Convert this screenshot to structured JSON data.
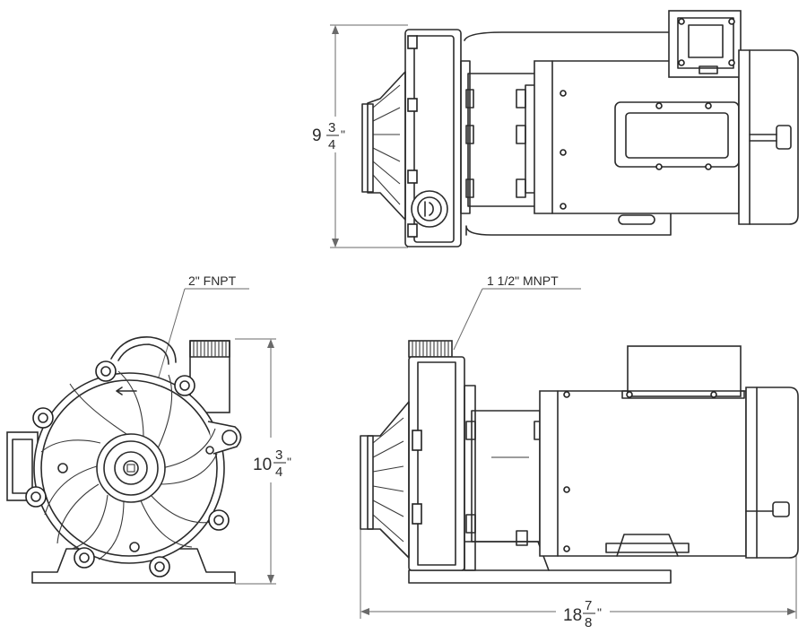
{
  "callouts": {
    "inlet": "2\" FNPT",
    "outlet": "1 1/2\" MNPT"
  },
  "dimensions": {
    "top_height": {
      "whole": "9",
      "numerator": "3",
      "denominator": "4",
      "unit": "\""
    },
    "front_height": {
      "whole": "10",
      "numerator": "3",
      "denominator": "4",
      "unit": "\""
    },
    "overall_length": {
      "whole": "18",
      "numerator": "7",
      "denominator": "8",
      "unit": "\""
    }
  },
  "colors": {
    "line": "#2b2b2b",
    "dimension": "#6a6a6a",
    "background": "#ffffff"
  }
}
